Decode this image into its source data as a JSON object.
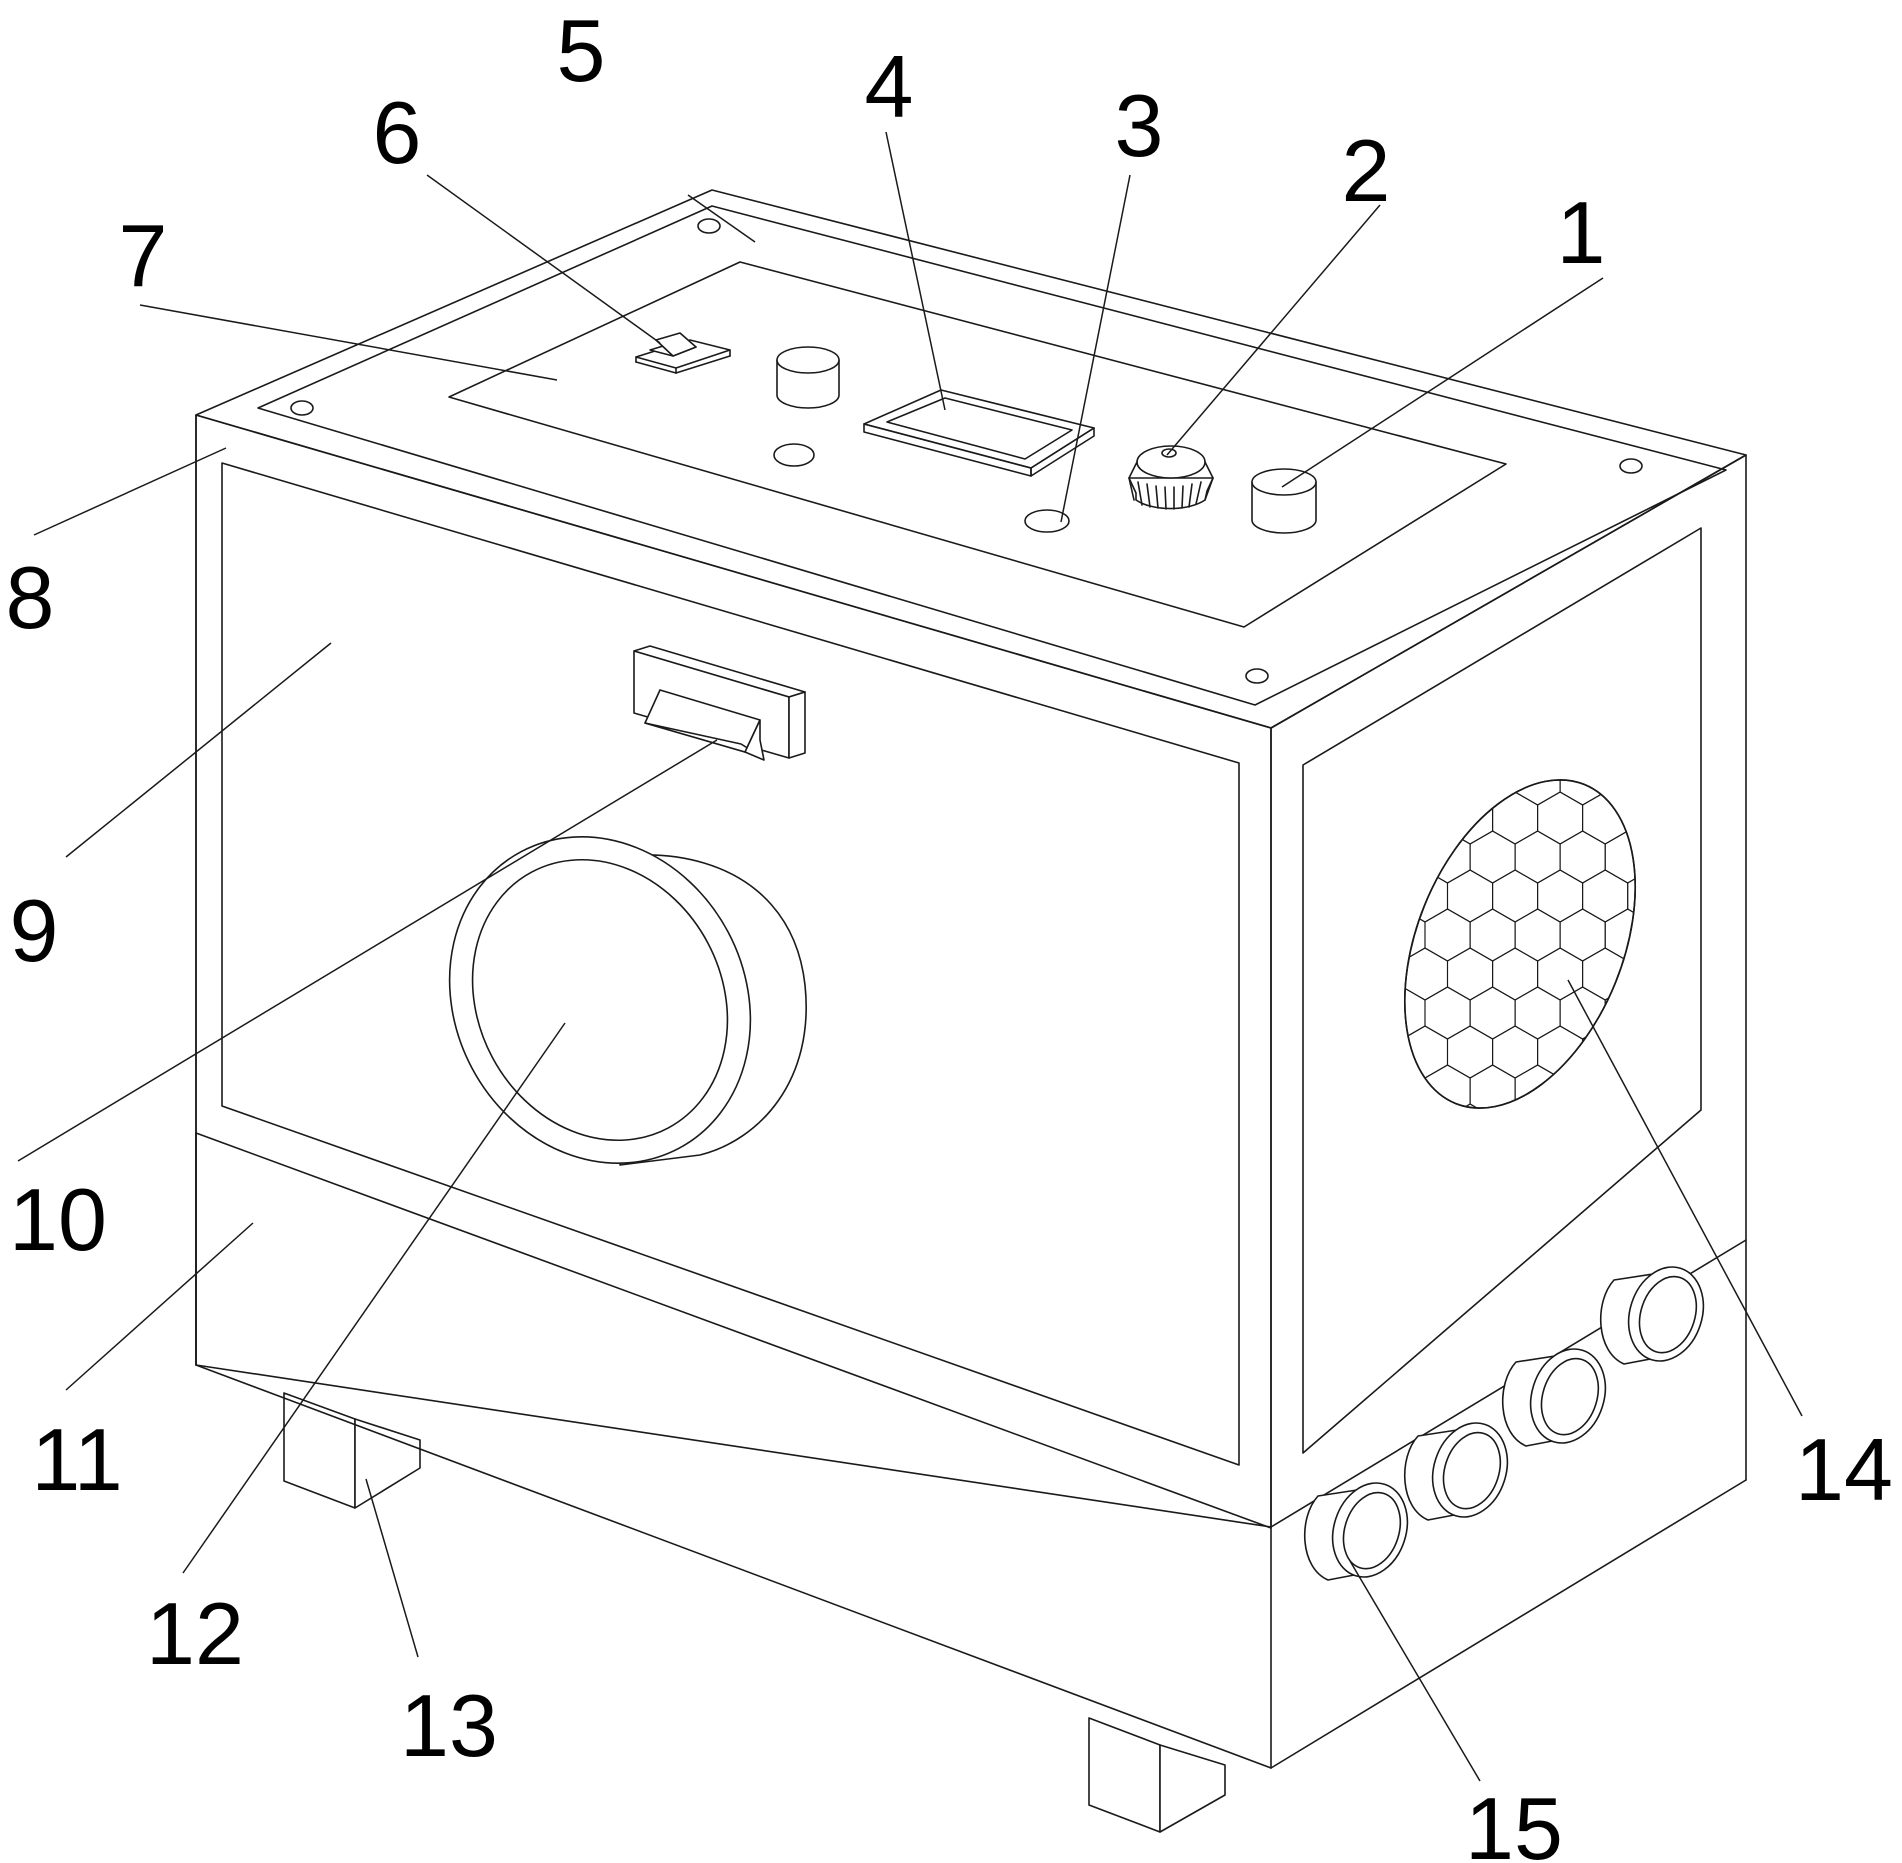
{
  "labels": [
    {
      "id": "1",
      "text": "1"
    },
    {
      "id": "2",
      "text": "2"
    },
    {
      "id": "3",
      "text": "3"
    },
    {
      "id": "4",
      "text": "4"
    },
    {
      "id": "5",
      "text": "5"
    },
    {
      "id": "6",
      "text": "6"
    },
    {
      "id": "7",
      "text": "7"
    },
    {
      "id": "8",
      "text": "8"
    },
    {
      "id": "9",
      "text": "9"
    },
    {
      "id": "10",
      "text": "10"
    },
    {
      "id": "11",
      "text": "11"
    },
    {
      "id": "12",
      "text": "12"
    },
    {
      "id": "13",
      "text": "13"
    },
    {
      "id": "14",
      "text": "14"
    },
    {
      "id": "15",
      "text": "15"
    }
  ],
  "colors": {
    "line": "#1a1a1a",
    "background": "#ffffff",
    "text": "#000000"
  }
}
